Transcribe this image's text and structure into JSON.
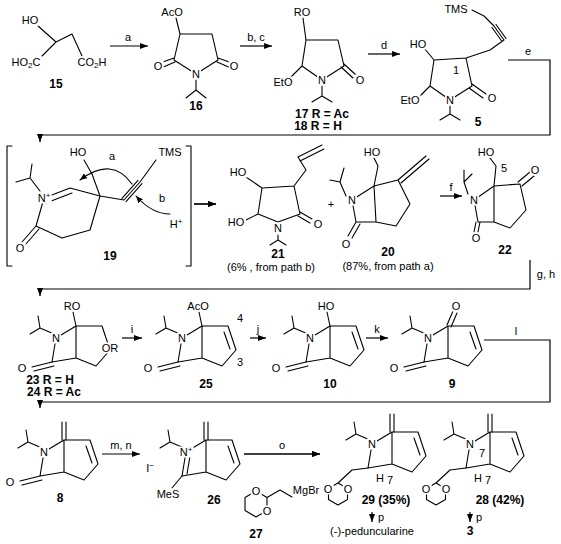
{
  "diagram": {
    "nodes": [
      {
        "text": [
          "15"
        ]
      },
      {
        "text": [
          "16"
        ]
      },
      {
        "text": [
          "17 R = Ac",
          "18 R = H"
        ]
      },
      {
        "text": [
          "5"
        ]
      },
      {
        "text": [
          "19"
        ]
      },
      {
        "text": [
          "21",
          "(6% , from path b)"
        ]
      },
      {
        "text": [
          "20",
          "(87%, from path a)"
        ]
      },
      {
        "text": [
          "22"
        ]
      },
      {
        "text": [
          "23 R = H",
          "24 R = Ac"
        ]
      },
      {
        "text": [
          "25"
        ]
      },
      {
        "text": [
          "10"
        ]
      },
      {
        "text": [
          "9"
        ]
      },
      {
        "text": [
          "8"
        ]
      },
      {
        "text": [
          "26"
        ]
      },
      {
        "text": [
          "27"
        ]
      },
      {
        "text": [
          "29 (35%)"
        ]
      },
      {
        "text": [
          "28 (42%)"
        ]
      },
      {
        "text": [
          "(-)-peduncularine"
        ]
      },
      {
        "text": [
          "3"
        ]
      }
    ],
    "edges": [
      {
        "from": 0,
        "to": 1,
        "label": "a",
        "arrow": "to"
      },
      {
        "from": 1,
        "to": 2,
        "label": "b, c",
        "arrow": "to"
      },
      {
        "from": 2,
        "to": 3,
        "label": "d",
        "arrow": "to"
      },
      {
        "from": 3,
        "to": 4,
        "label": "e",
        "arrow": "to"
      },
      {
        "from": 4,
        "to": 5,
        "arrow": "to"
      },
      {
        "from": 4,
        "to": 6,
        "arrow": "to"
      },
      {
        "from": 6,
        "to": 7,
        "label": "f",
        "arrow": "to"
      },
      {
        "from": 7,
        "to": 8,
        "label": "g, h",
        "arrow": "to"
      },
      {
        "from": 8,
        "to": 9,
        "label": "i",
        "arrow": "to"
      },
      {
        "from": 9,
        "to": 10,
        "label": "j",
        "arrow": "to"
      },
      {
        "from": 10,
        "to": 11,
        "label": "k",
        "arrow": "to"
      },
      {
        "from": 11,
        "to": 12,
        "label": "l",
        "arrow": "to"
      },
      {
        "from": 12,
        "to": 13,
        "label": "m, n",
        "arrow": "to"
      },
      {
        "from": 13,
        "to": 15,
        "label": "o",
        "arrow": "to"
      },
      {
        "from": 13,
        "to": 16,
        "arrow": "to"
      },
      {
        "from": 15,
        "to": 17,
        "label": "p",
        "arrow": "to"
      },
      {
        "from": 16,
        "to": 18,
        "label": "p",
        "arrow": "to"
      }
    ],
    "labels": [
      "HO",
      "HO2C",
      "CO2H",
      "AcO",
      "O",
      "N",
      "O",
      "RO",
      "EtO",
      "N",
      "O",
      "TMS",
      "HO",
      "1",
      "EtO",
      "N",
      "O",
      "TMS",
      "a",
      "HO",
      "N+",
      "b",
      "H+",
      "O",
      "HO",
      "HO",
      "N",
      "O",
      "+",
      "HO",
      "N",
      "O",
      "HO",
      "5",
      "O",
      "N",
      "O",
      "RO",
      "N",
      "OR",
      "O",
      "AcO",
      "N",
      "4",
      "3",
      "O",
      "HO",
      "N",
      "O",
      "O",
      "N",
      "O",
      "N",
      "O",
      "I−",
      "N+",
      "MeS",
      "O",
      "O",
      "MgBr",
      "N",
      "H",
      "7",
      "O",
      "O",
      "N",
      "7",
      "H",
      "7",
      "O",
      "O"
    ]
  }
}
